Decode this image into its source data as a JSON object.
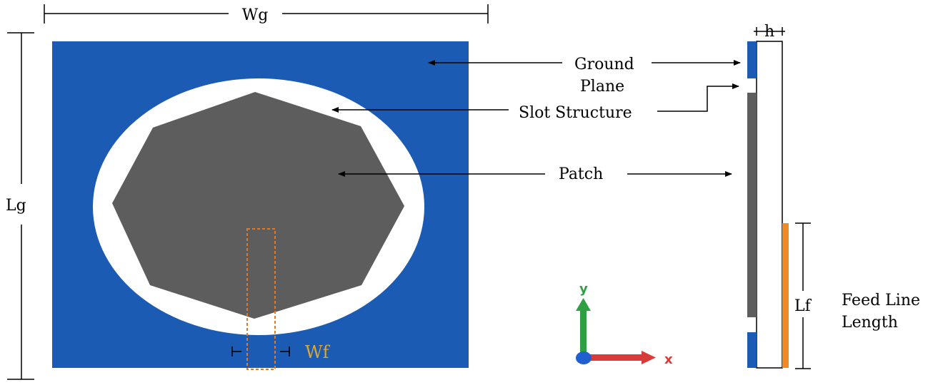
{
  "labels": {
    "wg": "Wg",
    "lg": "Lg",
    "h": "h",
    "ground_line1": "Ground",
    "ground_line2": "Plane",
    "slot": "Slot Structure",
    "patch": "Patch",
    "wf": "Wf",
    "lf": "Lf",
    "feed_line1": "Feed Line",
    "feed_line2": "Length",
    "axis_x": "x",
    "axis_y": "y"
  },
  "colors": {
    "ground": "#1b5bb3",
    "slot": "#ffffff",
    "patch": "#5d5d5d",
    "feed_outline": "#e07a2a",
    "feed_line": "#f08a24",
    "wf_text": "#d8a93a",
    "axis_y": "#2ea043",
    "axis_x": "#d93a3a",
    "axis_origin": "#1f5fd0"
  },
  "icons": {
    "coordinate_axes": "xy-axes-icon"
  }
}
